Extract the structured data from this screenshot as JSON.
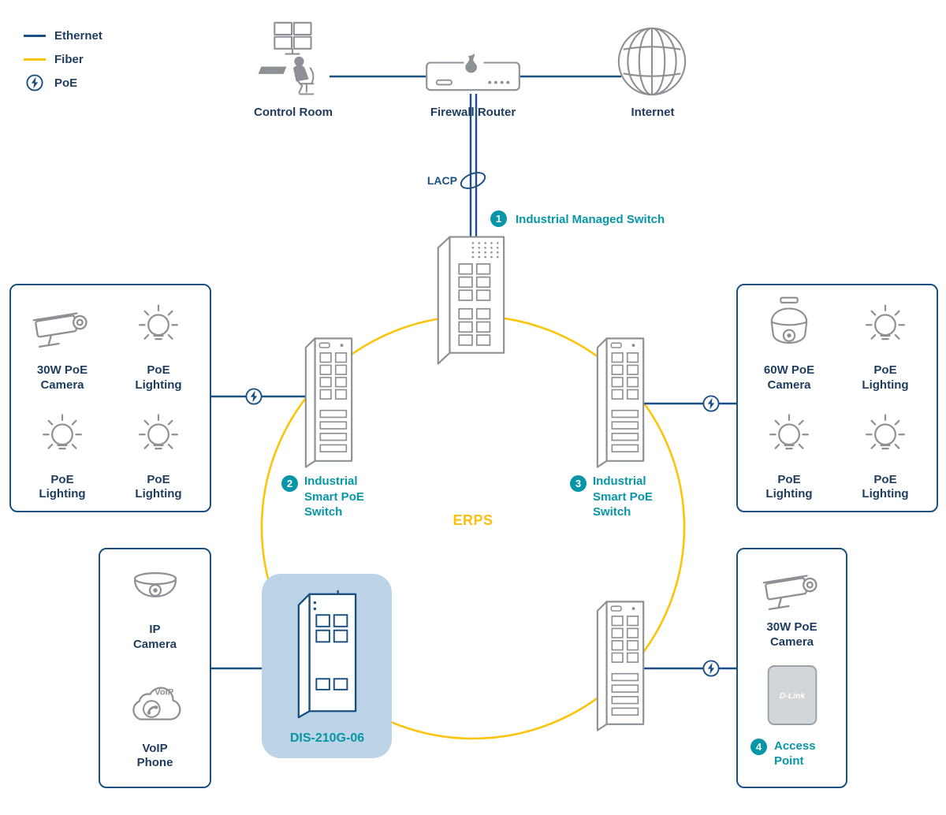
{
  "colors": {
    "ethernet_blue": "#1b5083",
    "fiber_yellow": "#fcc30b",
    "label_teal": "#0796a8",
    "device_gray": "#8d9094",
    "text_navy": "#1d3c5e",
    "highlight_blue": "#bcd4e6"
  },
  "legend": {
    "ethernet": "Ethernet",
    "fiber": "Fiber",
    "poe": "PoE"
  },
  "top_row": {
    "control_room": "Control Room",
    "firewall": "Firewall Router",
    "internet": "Internet"
  },
  "lacp_label": "LACP",
  "erps_label": "ERPS",
  "switch1": {
    "number": "1",
    "label": "Industrial Managed Switch"
  },
  "switch2": {
    "number": "2",
    "label": "Industrial\nSmart PoE\nSwitch"
  },
  "switch3": {
    "number": "3",
    "label": "Industrial\nSmart PoE\nSwitch"
  },
  "dis_switch_label": "DIS-210G-06",
  "left_box": {
    "items": [
      {
        "label": "30W PoE\nCamera"
      },
      {
        "label": "PoE\nLighting"
      },
      {
        "label": "PoE\nLighting"
      },
      {
        "label": "PoE\nLighting"
      }
    ]
  },
  "right_box": {
    "items": [
      {
        "label": "60W PoE\nCamera"
      },
      {
        "label": "PoE\nLighting"
      },
      {
        "label": "PoE\nLighting"
      },
      {
        "label": "PoE\nLighting"
      }
    ]
  },
  "bottom_left_box": {
    "ip_camera_label": "IP\nCamera",
    "voip_cloud_text": "VoIP",
    "voip_phone_label": "VoIP\nPhone"
  },
  "bottom_right_box": {
    "camera_label": "30W PoE\nCamera",
    "ap_brand": "D-Link",
    "ap_number": "4",
    "ap_label": "Access\nPoint"
  }
}
